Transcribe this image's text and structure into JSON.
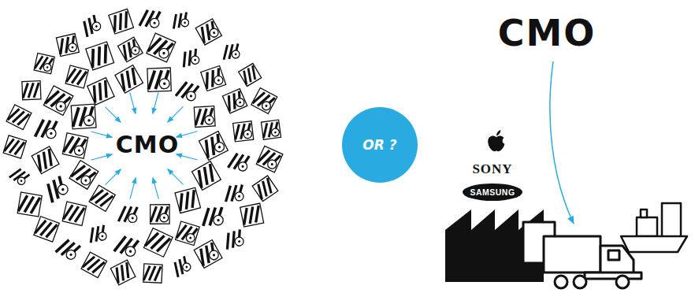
{
  "diagram": {
    "nodes": [
      {
        "text": [
          "OR ?"
        ]
      }
    ],
    "edges": [],
    "labels": [
      "CMO",
      "CMO",
      "SONY",
      "SAMSUNG"
    ]
  }
}
